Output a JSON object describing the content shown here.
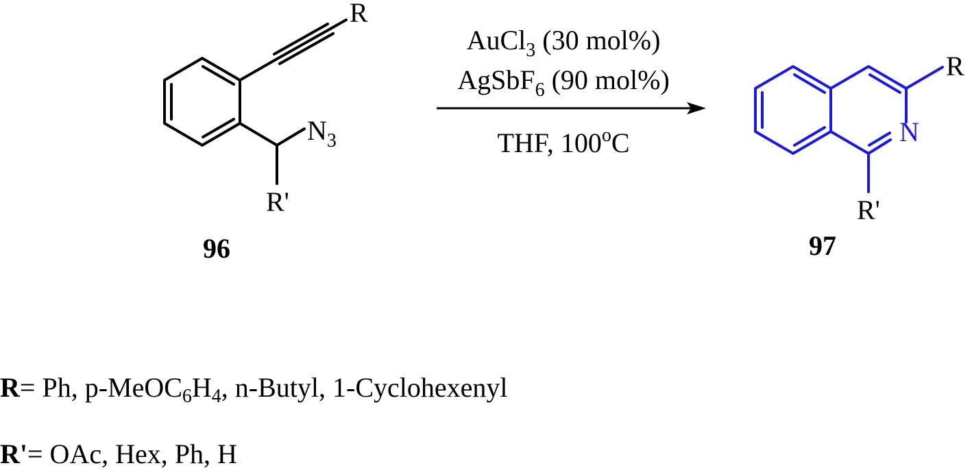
{
  "reactant": {
    "substituent_r": "R",
    "substituent_r_prime": "R'",
    "azide": {
      "symbol": "N",
      "subscript": "3"
    },
    "compound_number": "96"
  },
  "conditions": {
    "line1": {
      "prefix": "AuCl",
      "subscript": "3",
      "suffix": " (30 mol%)"
    },
    "line2": {
      "prefix": "AgSbF",
      "subscript": "6",
      "suffix": " (90 mol%)"
    },
    "below": {
      "prefix": "THF, 100",
      "superscript": "o",
      "suffix": "C"
    }
  },
  "product": {
    "substituent_r": "R",
    "substituent_r_prime": "R'",
    "ring_atom": "N",
    "compound_number": "97"
  },
  "legend": {
    "r": {
      "label": "R",
      "text1": "= Ph, p-MeOC",
      "sub1": "6",
      "text2": "H",
      "sub2": "4",
      "text3": ", n-Butyl, 1-Cyclohexenyl"
    },
    "r_prime": {
      "label": "R'",
      "text": "= OAc, Hex, Ph, H"
    }
  },
  "colors": {
    "product": "#1a1adc",
    "reactant": "#000000"
  }
}
